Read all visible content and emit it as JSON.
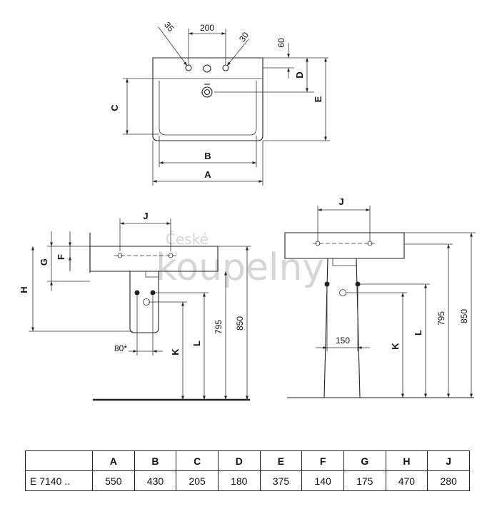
{
  "watermark": {
    "line1": "České",
    "line2": "koupelny"
  },
  "top_view": {
    "labels": {
      "dim_35": "35",
      "dim_200": "200",
      "dim_30": "30",
      "dim_60": "60",
      "letter_a": "A",
      "letter_b": "B",
      "letter_c": "C",
      "letter_d": "D",
      "letter_e": "E"
    }
  },
  "side_view": {
    "labels": {
      "letter_j": "J",
      "letter_g": "G",
      "letter_f": "F",
      "letter_h": "H",
      "dim_80": "80*",
      "letter_k": "K",
      "letter_l": "L",
      "dim_795": "795",
      "dim_850": "850"
    }
  },
  "front_view": {
    "labels": {
      "letter_j": "J",
      "dim_150": "150",
      "letter_k": "K",
      "letter_l": "L",
      "dim_795": "795",
      "dim_850": "850"
    }
  },
  "dimension_table": {
    "headers": [
      "",
      "A",
      "B",
      "C",
      "D",
      "E",
      "F",
      "G",
      "H",
      "J"
    ],
    "row": [
      "E 7140 ..",
      "550",
      "430",
      "205",
      "180",
      "375",
      "140",
      "175",
      "470",
      "280"
    ]
  }
}
